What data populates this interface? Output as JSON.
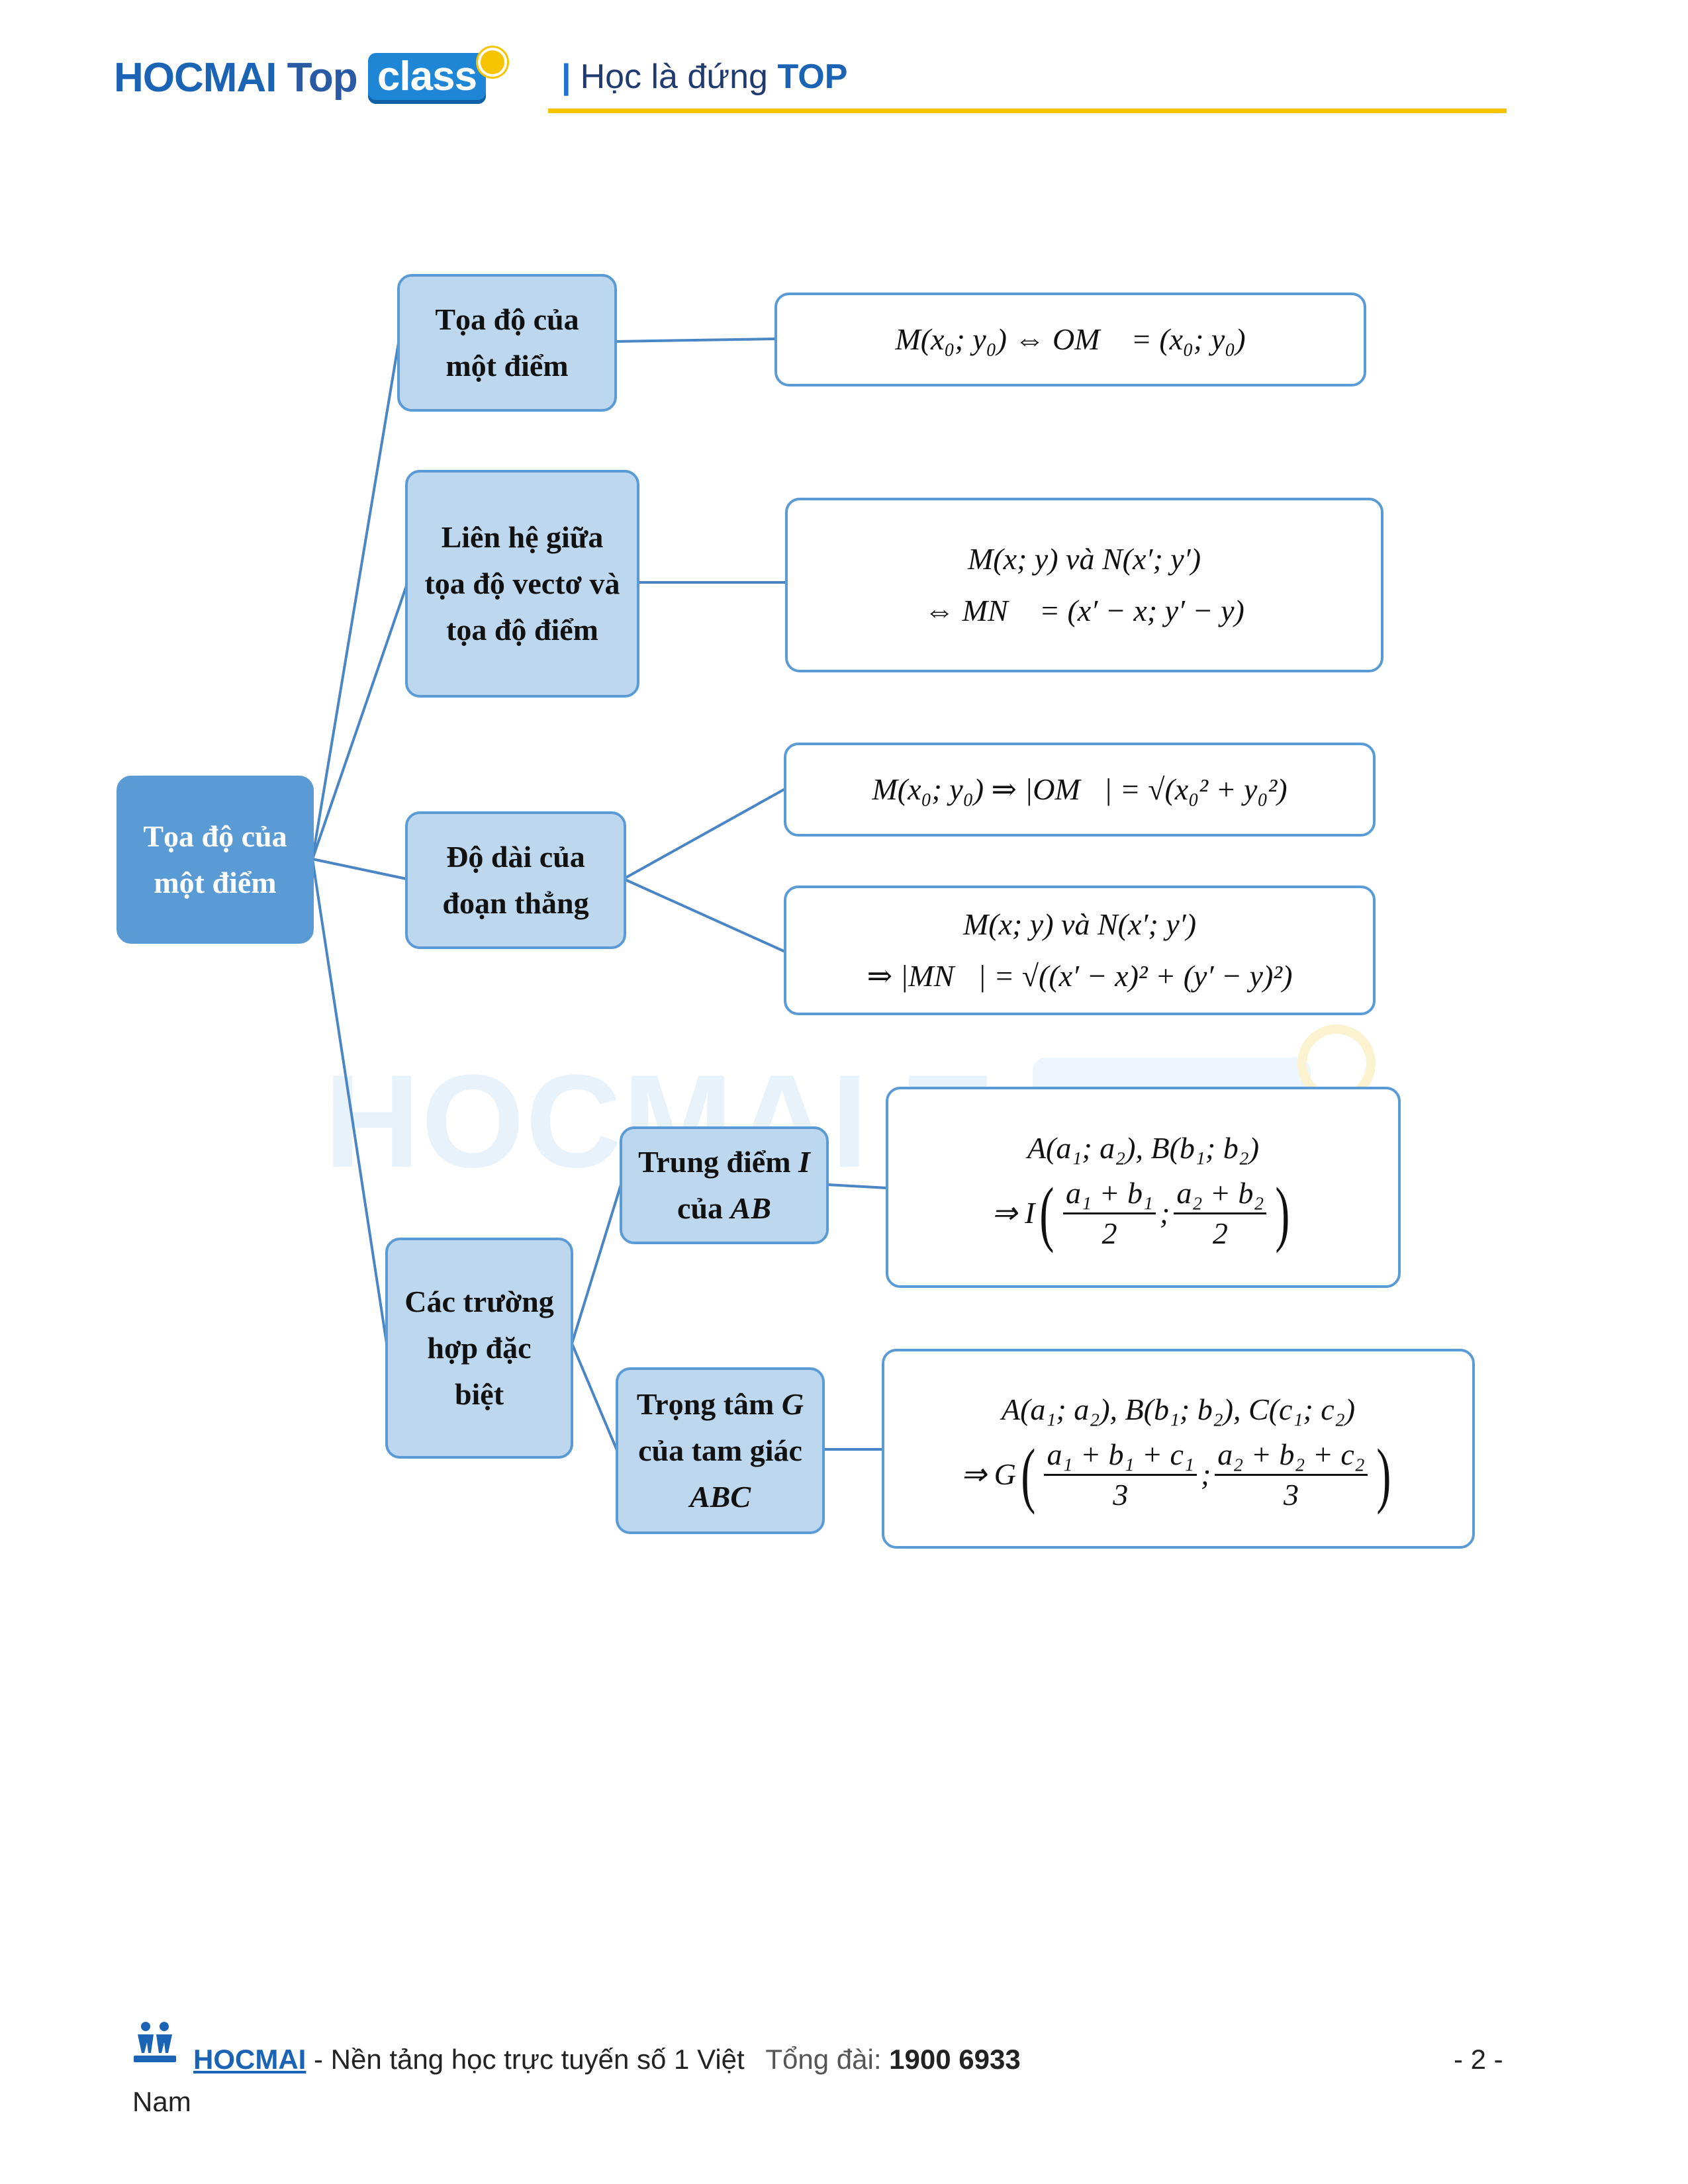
{
  "header": {
    "brand_main": "HOCMAI",
    "brand_top": "Top",
    "brand_class": "class",
    "tagline_prefix": "Học là đứng",
    "tagline_strong": "TOP"
  },
  "watermark": "HOCMAI To",
  "colors": {
    "node_fill": "#bdd7ee",
    "root_fill": "#5b9bd5",
    "border": "#5b9bd5",
    "accent": "#f6c400"
  },
  "diagram": {
    "root": "Tọa độ của\nmột điểm",
    "branches": [
      {
        "label": "Tọa độ của\nmột điểm",
        "formulas": [
          "M(x₀; y₀) ⇔ OM⃗ = (x₀; y₀)"
        ]
      },
      {
        "label": "Liên hệ giữa\ntọa độ vectơ và\ntọa độ điểm",
        "formulas": [
          "M(x; y) và N(x′; y′)",
          "⇔ MN⃗ = (x′ − x; y′ − y)"
        ]
      },
      {
        "label": "Độ dài của\nđoạn thẳng",
        "formulas": [
          "M(x₀; y₀) ⇒ |OM⃗| = √(x₀² + y₀²)",
          "M(x; y) và N(x′; y′)",
          "⇒ |MN⃗| = √((x′ − x)² + (y′ − y)²)"
        ]
      },
      {
        "label": "Các trường\nhợp đặc\nbiệt",
        "sub": [
          {
            "label_text": "Trung điểm ",
            "label_var": "I",
            "label_text2": "của ",
            "label_var2": "AB",
            "formula_line1": "A(a₁; a₂), B(b₁; b₂)",
            "prefix": "⇒ I",
            "num1": "a₁ + b₁",
            "den1": "2",
            "num2": "a₂ + b₂",
            "den2": "2"
          },
          {
            "label_text": "Trọng tâm ",
            "label_var": "G",
            "label_text2": "của tam giác",
            "label_var2": "ABC",
            "formula_line1": "A(a₁; a₂), B(b₁; b₂), C(c₁; c₂)",
            "prefix": "⇒ G",
            "num1": "a₁ + b₁ + c₁",
            "den1": "3",
            "num2": "a₂ + b₂ + c₂",
            "den2": "3"
          }
        ]
      }
    ],
    "semicolon": ";"
  },
  "footer": {
    "brand": "HOCMAI",
    "text": " - Nền tảng học trực tuyến số 1 Việt",
    "hotline_label": "Tổng đài:",
    "hotline": "1900 6933",
    "line2": "Nam",
    "page": "- 2 -"
  }
}
